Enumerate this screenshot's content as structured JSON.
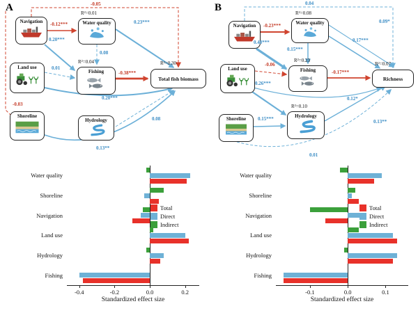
{
  "figure": {
    "panels": [
      {
        "panel_label": "A",
        "diagram": {
          "nodes": {
            "navigation": {
              "label": "Navigation"
            },
            "water_quality": {
              "label": "Water quality",
              "r2": "R²=0.01"
            },
            "land_use": {
              "label": "Land use"
            },
            "fishing": {
              "label": "Fishing",
              "r2": "R²=0.04"
            },
            "shoreline": {
              "label": "Shoreline"
            },
            "hydrology": {
              "label": "Hydrology"
            },
            "outcome": {
              "label": "Total fish biomass",
              "r2": "R²=0.30"
            }
          },
          "coefficients": {
            "nav_outcome_top": "-0.05",
            "nav_wq": "-0.12***",
            "nav_fishing": "0.20***",
            "wq_outcome": "0.23***",
            "wq_fishing": "0.08",
            "fishing_outcome": "-0.38***",
            "landuse_fishing": "0.01",
            "landuse_outcome": "0.20***",
            "shoreline_left": "-0.03",
            "hydrology_outcome": "0.08",
            "shoreline_outcome_bottom": "0.13**"
          }
        },
        "chart_data": {
          "type": "bar",
          "orientation": "horizontal",
          "categories": [
            "Water quality",
            "Shoreline",
            "Navigation",
            "Land use",
            "Hydrology",
            "Fishing"
          ],
          "series": [
            {
              "name": "Total",
              "color": "#e8312a",
              "values": [
                0.21,
                0.05,
                -0.1,
                0.22,
                0.06,
                -0.38
              ]
            },
            {
              "name": "Direct",
              "color": "#6eb1d6",
              "values": [
                0.23,
                -0.03,
                -0.05,
                0.2,
                0.08,
                -0.4
              ]
            },
            {
              "name": "Indirect",
              "color": "#3ba03b",
              "values": [
                -0.02,
                0.08,
                -0.04,
                0.02,
                -0.02,
                0.0
              ]
            }
          ],
          "xlabel": "Standardized effect size",
          "xlim": [
            -0.47,
            0.28
          ],
          "xticks": [
            {
              "v": -0.4,
              "label": "-0.4"
            },
            {
              "v": -0.2,
              "label": "-0.2"
            },
            {
              "v": 0.0,
              "label": "0.0"
            },
            {
              "v": 0.2,
              "label": "0.2"
            }
          ],
          "legend_position": "right"
        }
      },
      {
        "panel_label": "B",
        "diagram": {
          "nodes": {
            "navigation": {
              "label": "Navigation"
            },
            "water_quality": {
              "label": "Water quality",
              "r2": "R²=0.08"
            },
            "land_use": {
              "label": "Land use"
            },
            "fishing": {
              "label": "Fishing",
              "r2": "R²=0.23"
            },
            "shoreline": {
              "label": "Shoreline"
            },
            "hydrology": {
              "label": "Hydrology",
              "r2": "R²=0.10"
            },
            "outcome": {
              "label": "Richness",
              "r2": "R²=0.07"
            }
          },
          "coefficients": {
            "nav_outcome_top": "0.04",
            "nav_wq": "-0.23***",
            "wq_outcome_upper": "0.09*",
            "wq_outcome_lower": "0.17***",
            "nav_fishing": "0.48***",
            "wq_fishing": "0.15***",
            "landuse_fishing": "-0.06",
            "fishing_outcome": "-0.17***",
            "landuse_hydrology": "0.26***",
            "landuse_outcome": "0.12*",
            "shoreline_hydrology": "0.15***",
            "hydrology_outcome": "0.13**",
            "shoreline_outcome_bottom": "0.01"
          }
        },
        "chart_data": {
          "type": "bar",
          "orientation": "horizontal",
          "categories": [
            "Water quality",
            "Shoreline",
            "Navigation",
            "Land use",
            "Hydrology",
            "Fishing"
          ],
          "series": [
            {
              "name": "Total",
              "color": "#e8312a",
              "values": [
                0.07,
                0.03,
                -0.06,
                0.13,
                0.12,
                -0.17
              ]
            },
            {
              "name": "Direct",
              "color": "#6eb1d6",
              "values": [
                0.09,
                0.01,
                0.04,
                0.12,
                0.13,
                -0.17
              ]
            },
            {
              "name": "Indirect",
              "color": "#3ba03b",
              "values": [
                -0.02,
                0.02,
                -0.1,
                0.03,
                -0.01,
                0.0
              ]
            }
          ],
          "xlabel": "Standardized effect size",
          "xlim": [
            -0.19,
            0.16
          ],
          "xticks": [
            {
              "v": -0.1,
              "label": "-0.1"
            },
            {
              "v": 0.0,
              "label": "0.0"
            },
            {
              "v": 0.1,
              "label": "0.1"
            }
          ],
          "legend_position": "right"
        }
      }
    ]
  }
}
